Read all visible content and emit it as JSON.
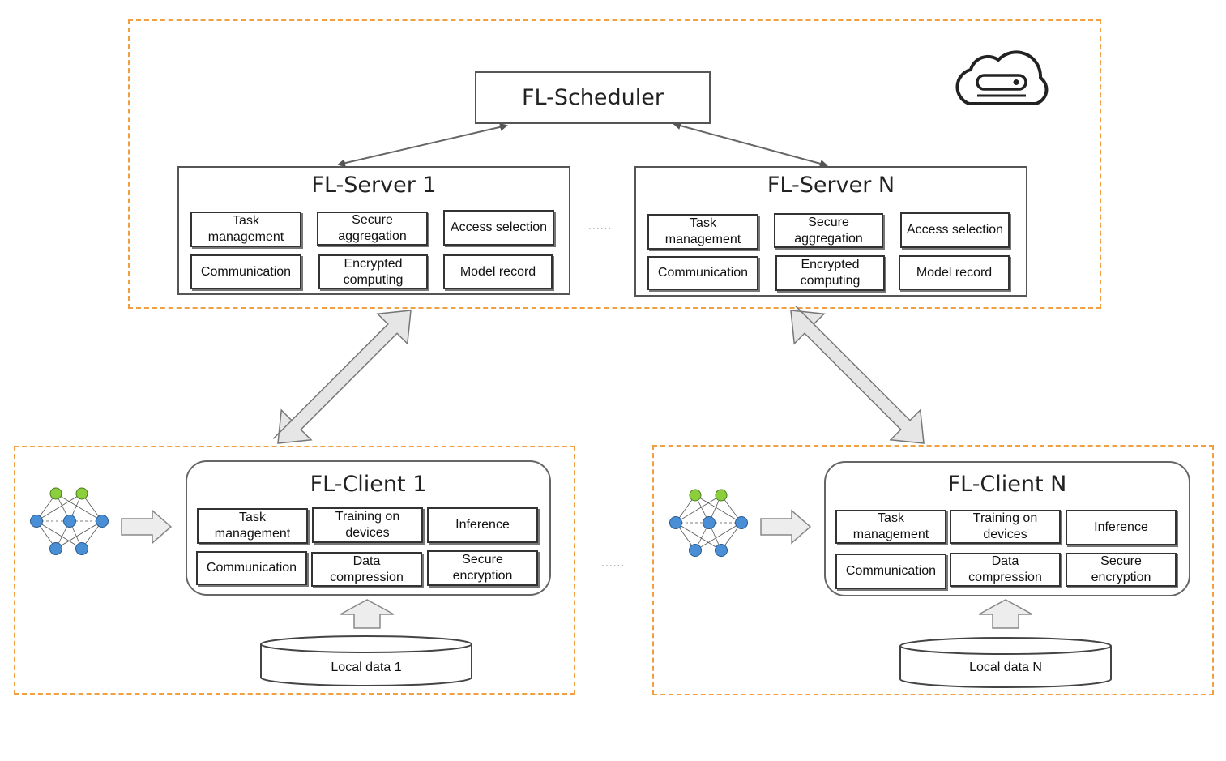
{
  "scheduler": {
    "title": "FL-Scheduler"
  },
  "servers": [
    {
      "title": "FL-Server 1",
      "modules": [
        "Task management",
        "Secure aggregation",
        "Access selection",
        "Communication",
        "Encrypted computing",
        "Model record"
      ]
    },
    {
      "title": "FL-Server N",
      "modules": [
        "Task management",
        "Secure aggregation",
        "Access selection",
        "Communication",
        "Encrypted computing",
        "Model record"
      ]
    }
  ],
  "clients": [
    {
      "title": "FL-Client 1",
      "modules": [
        "Task management",
        "Training on devices",
        "Inference",
        "Communication",
        "Data compression",
        "Secure encryption"
      ],
      "local_data": "Local data 1"
    },
    {
      "title": "FL-Client N",
      "modules": [
        "Task management",
        "Training on devices",
        "Inference",
        "Communication",
        "Data compression",
        "Secure encryption"
      ],
      "local_data": "Local data N"
    }
  ],
  "ellipsis": "......",
  "icons": {
    "cloud": "cloud-server-icon",
    "network": "neural-network-icon"
  },
  "colors": {
    "region_border": "#f0a040",
    "node_green": "#8ccf3c",
    "node_blue": "#4a8fd6"
  }
}
